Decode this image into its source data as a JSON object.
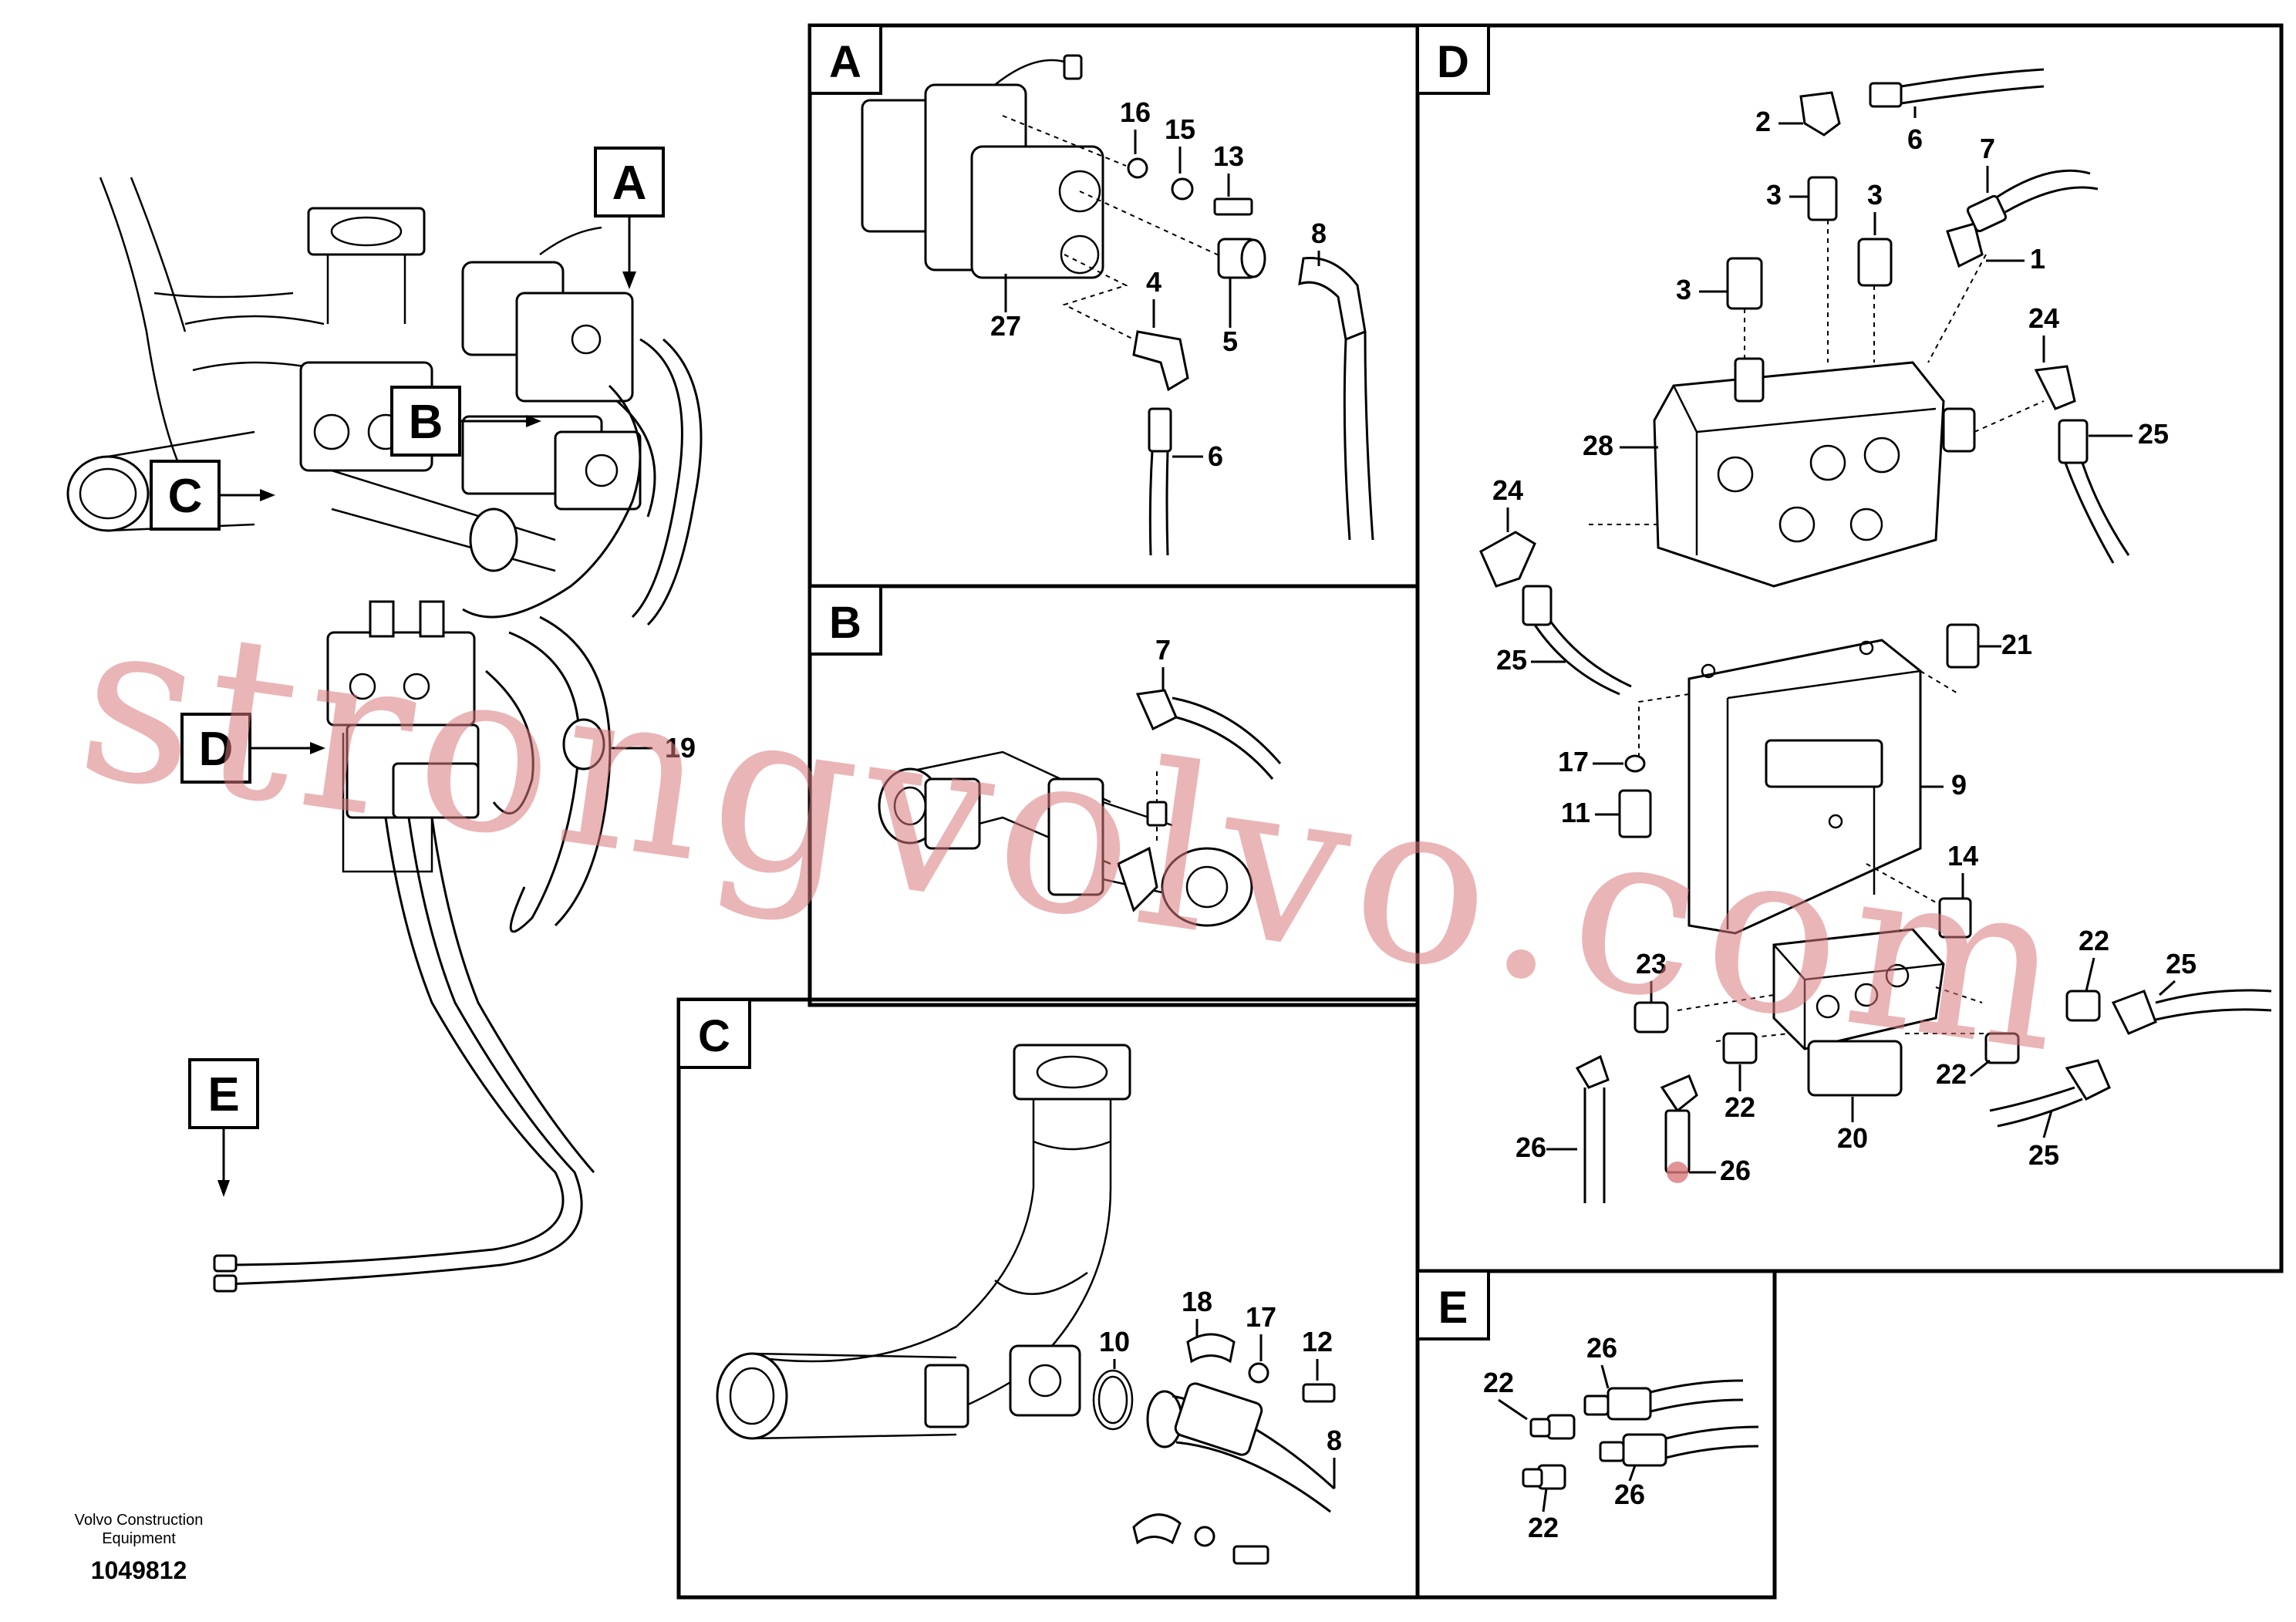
{
  "watermark": "strongvolvo.com",
  "footer": {
    "brand_line1": "Volvo Construction",
    "brand_line2": "Equipment",
    "drawing_number": "1049812"
  },
  "callouts": {
    "overview": {
      "A": "A",
      "B": "B",
      "C": "C",
      "D": "D",
      "E": "E",
      "n19": "19"
    },
    "panel_a": {
      "letter": "A",
      "p16": "16",
      "p15": "15",
      "p13": "13",
      "p8": "8",
      "p4": "4",
      "p5": "5",
      "p27": "27",
      "p6": "6"
    },
    "panel_b": {
      "letter": "B",
      "p7": "7"
    },
    "panel_c": {
      "letter": "C",
      "p18": "18",
      "p17": "17",
      "p12": "12",
      "p10": "10",
      "p8": "8"
    },
    "panel_d": {
      "letter": "D",
      "p2": "2",
      "p6": "6",
      "p7": "7",
      "p3a": "3",
      "p3b": "3",
      "p1": "1",
      "p3c": "3",
      "p24a": "24",
      "p25a": "25",
      "p28": "28",
      "p24b": "24",
      "p25b": "25",
      "p21": "21",
      "p17": "17",
      "p9": "9",
      "p11": "11",
      "p14": "14",
      "p23": "23",
      "p22a": "22",
      "p25c": "25",
      "p26a": "26",
      "p22b": "22",
      "p22c": "22",
      "p20": "20",
      "p26b": "26",
      "p25d": "25"
    },
    "panel_e": {
      "letter": "E",
      "p26a": "26",
      "p22a": "22",
      "p26b": "26",
      "p22b": "22"
    }
  }
}
